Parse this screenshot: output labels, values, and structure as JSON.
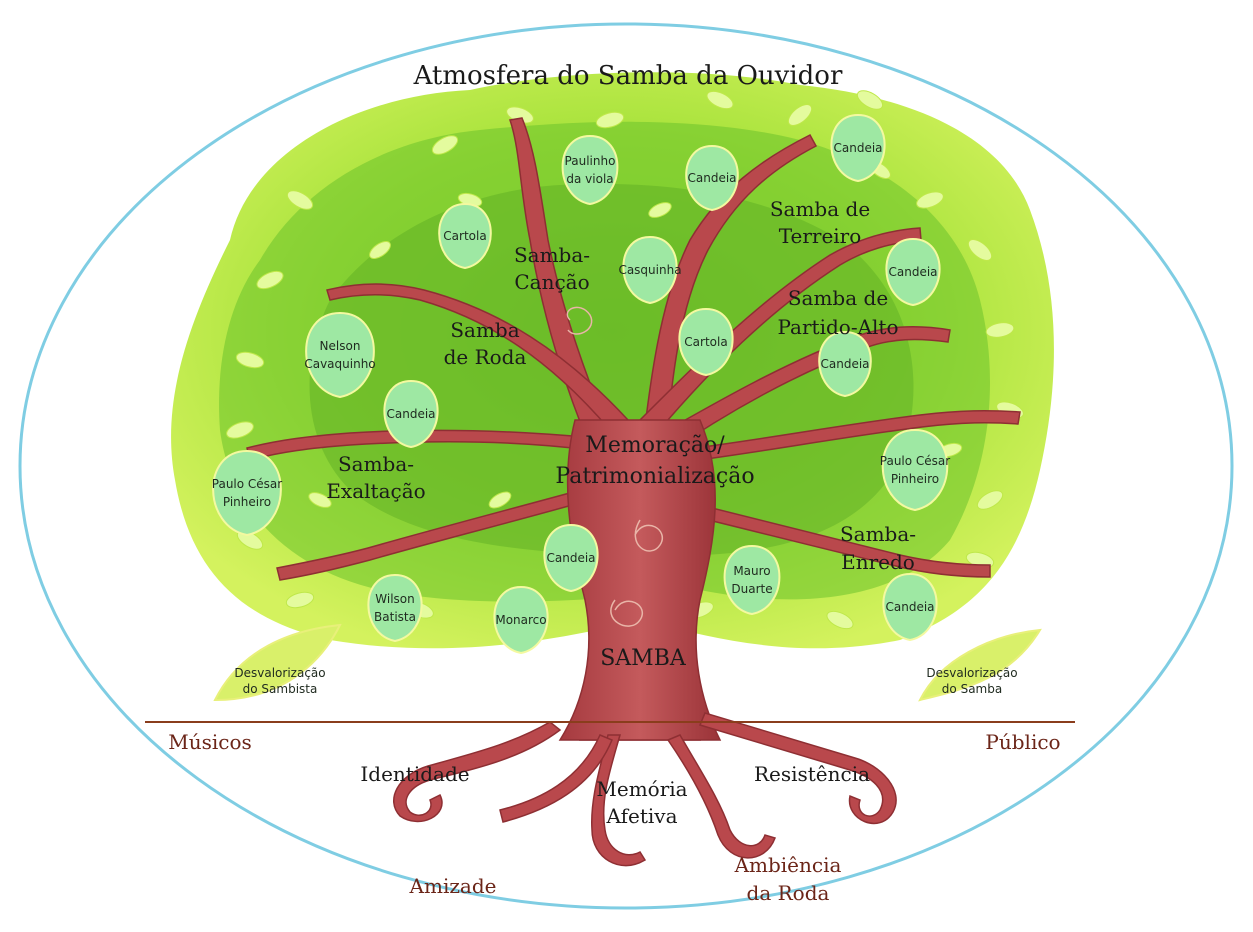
{
  "title": "Atmosfera do Samba da Ouvidor",
  "trunk_label": "SAMBA",
  "center_label": [
    "Memoração/",
    "Patrimonialização"
  ],
  "branches": {
    "cancao": [
      "Samba-",
      "Canção"
    ],
    "terreiro": [
      "Samba de",
      "Terreiro"
    ],
    "roda": [
      "Samba",
      "de Roda"
    ],
    "partido_alto": [
      "Samba de",
      "Partido-Alto"
    ],
    "exaltacao": [
      "Samba-",
      "Exaltação"
    ],
    "enredo": [
      "Samba-",
      "Enredo"
    ]
  },
  "artists": [
    [
      "Paulinho",
      "da viola"
    ],
    [
      "Candeia"
    ],
    [
      "Candeia"
    ],
    [
      "Cartola"
    ],
    [
      "Casquinha"
    ],
    [
      "Candeia"
    ],
    [
      "Cartola"
    ],
    [
      "Nelson",
      "Cavaquinho"
    ],
    [
      "Candeia"
    ],
    [
      "Candeia"
    ],
    [
      "Paulo César",
      "Pinheiro"
    ],
    [
      "Paulo César",
      "Pinheiro"
    ],
    [
      "Candeia"
    ],
    [
      "Wilson",
      "Batista"
    ],
    [
      "Monarco"
    ],
    [
      "Mauro",
      "Duarte"
    ],
    [
      "Candeia"
    ]
  ],
  "fallen_leaves": {
    "left": [
      "Desvalorização",
      "do Sambista"
    ],
    "right": [
      "Desvalorização",
      "do Samba"
    ]
  },
  "ground": {
    "left": "Músicos",
    "right": "Público"
  },
  "roots": {
    "identidade": "Identidade",
    "memoria": [
      "Memória",
      "Afetiva"
    ],
    "resistencia": "Resistência"
  },
  "bottom": {
    "amizade": "Amizade",
    "ambiencia": [
      "Ambiência",
      "da Roda"
    ]
  },
  "colors": {
    "frame": "#7fcde3",
    "foliage_light": "#c8ef3c",
    "foliage_dark": "#5fb324",
    "trunk": "#b9484c",
    "trunk_dark": "#8e2f33",
    "leaf_fill": "#9ee8a3",
    "ground_line": "#8a3d1c",
    "ground_text": "#6b2518"
  }
}
